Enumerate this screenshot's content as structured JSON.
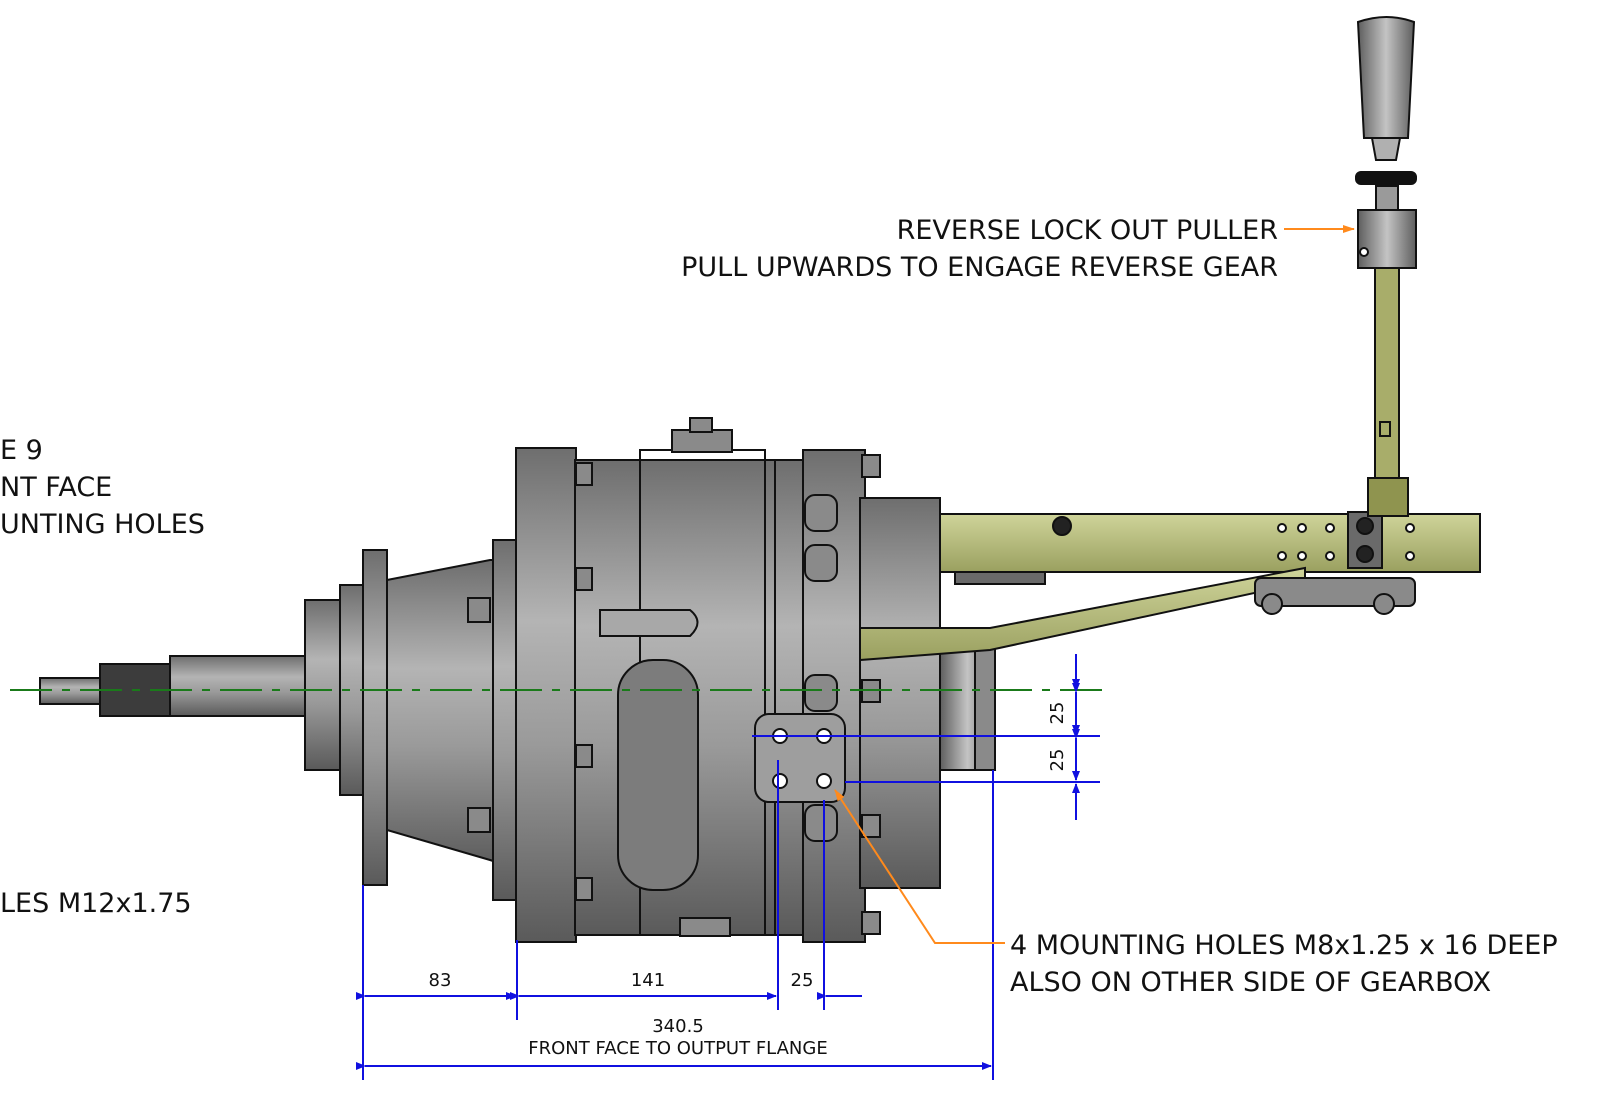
{
  "callouts": {
    "puller_line1": "REVERSE LOCK OUT PULLER",
    "puller_line2": "PULL UPWARDS TO ENGAGE REVERSE GEAR",
    "left_line1": "E 9",
    "left_line2": "NT FACE",
    "left_line3": "UNTING HOLES",
    "left_line4": "LES M12x1.75",
    "mount_line1": "4 MOUNTING HOLES M8x1.25 x 16 DEEP",
    "mount_line2": "ALSO ON OTHER SIDE OF GEARBOX"
  },
  "dimensions": {
    "d83": "83",
    "d141": "141",
    "d25_bottom": "25",
    "d340": "340.5",
    "d340_note": "FRONT FACE TO OUTPUT FLANGE",
    "d25_right_upper": "25",
    "d25_right_lower": "25"
  },
  "colors": {
    "dimension": "#1010e0",
    "leader": "#ff8a1c",
    "centerline": "#1a7a1a",
    "body": "#8a8a8a",
    "bracket": "#b8bf7a"
  }
}
